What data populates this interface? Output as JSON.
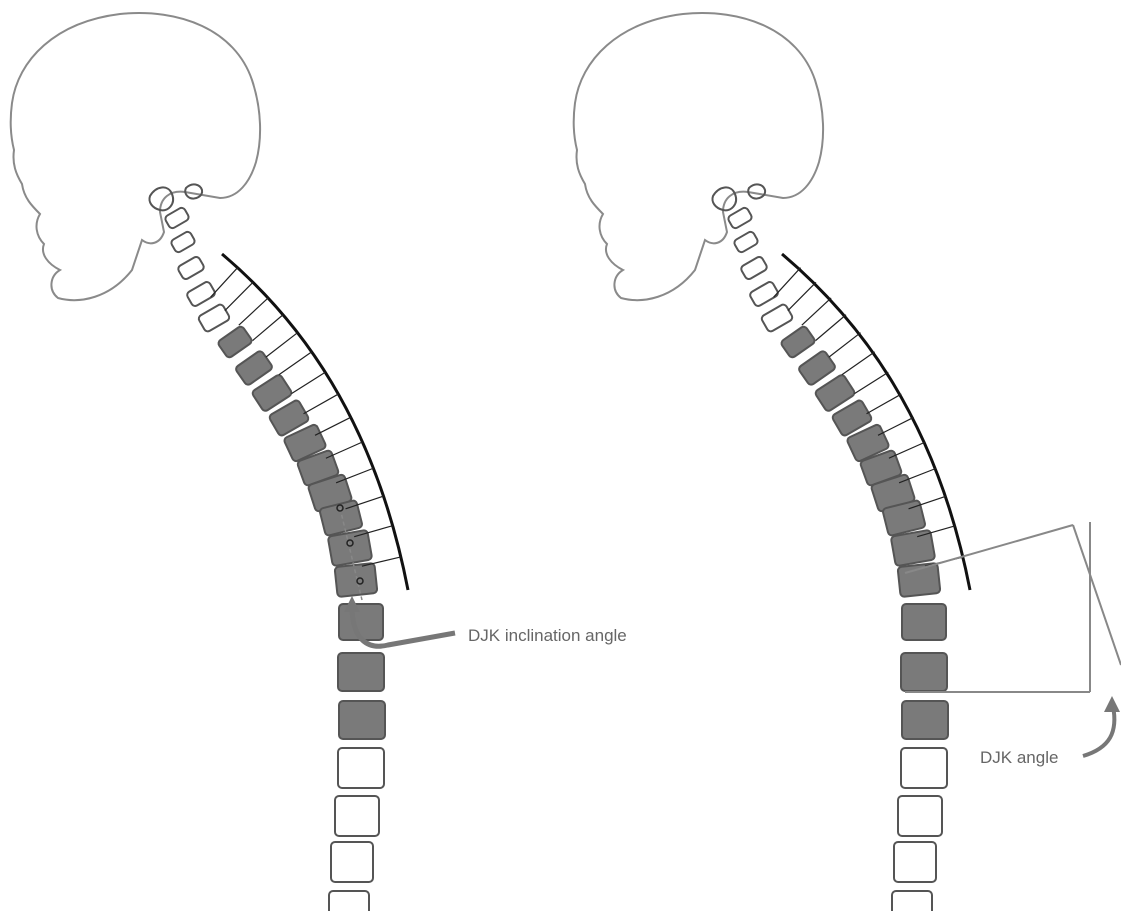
{
  "panels": [
    {
      "id": "left",
      "caption": "DJK inclination angle"
    },
    {
      "id": "right",
      "caption": "DJK angle"
    }
  ],
  "colors": {
    "outline": "#8a8a8a",
    "fused_vertebra_fill": "#7a7a7a",
    "vertebra_outline": "#555555",
    "rod": "#111111",
    "angle_lines": "#888888",
    "annotation": "#666666"
  },
  "icons": [
    "skull-icon",
    "arrow-icon"
  ]
}
